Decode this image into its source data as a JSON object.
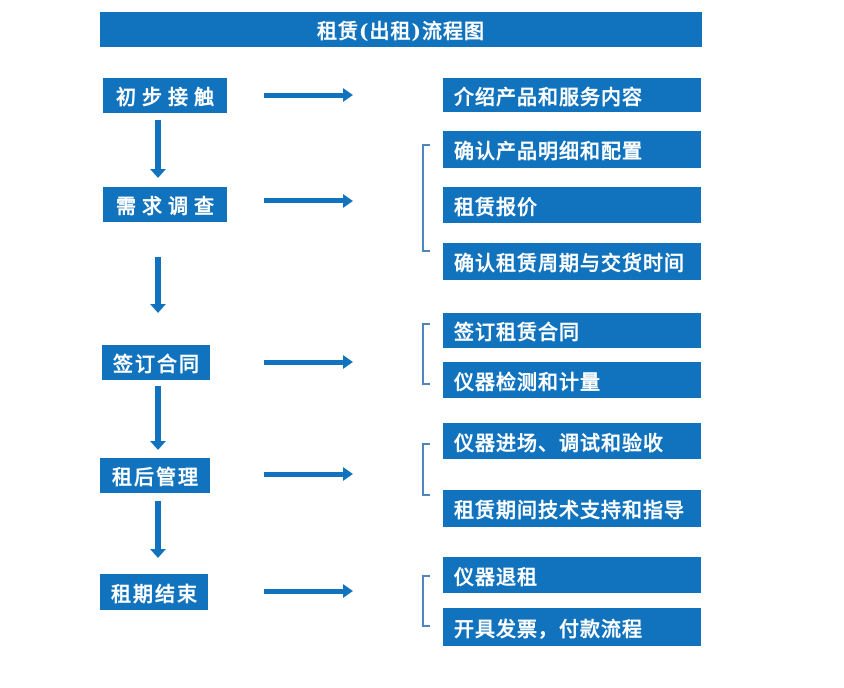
{
  "title": "租赁(出租)流程图",
  "colors": {
    "primary_blue": "#1172BD",
    "bracket_blue": "#4E86C0",
    "text_white": "#FFFFFF",
    "background": "#FFFFFF"
  },
  "flow": {
    "stages": [
      {
        "label": "初步接触",
        "outputs": [
          "介绍产品和服务内容"
        ]
      },
      {
        "label": "需求调查",
        "outputs": [
          "确认产品明细和配置",
          "租赁报价",
          "确认租赁周期与交货时间"
        ]
      },
      {
        "label": "签订合同",
        "outputs": [
          "签订租赁合同",
          "仪器检测和计量"
        ]
      },
      {
        "label": "租后管理",
        "outputs": [
          "仪器进场、调试和验收",
          "租赁期间技术支持和指导"
        ]
      },
      {
        "label": "租期结束",
        "outputs": [
          "仪器退租",
          "开具发票，付款流程"
        ]
      }
    ]
  }
}
